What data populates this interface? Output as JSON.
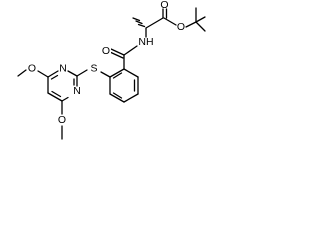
{
  "molecule": {
    "atom_labels": {
      "carbonyl_o_ester": "O",
      "ester_o": "O",
      "nh": "NH",
      "amide_o": "O",
      "thioether_s": "S",
      "pyrimidine_n_top": "N",
      "pyrimidine_n_bottom": "N",
      "methoxy_o_top": "O",
      "methoxy_o_bottom": "O"
    },
    "colors": {
      "ink": "#000000",
      "background": "#ffffff"
    }
  }
}
